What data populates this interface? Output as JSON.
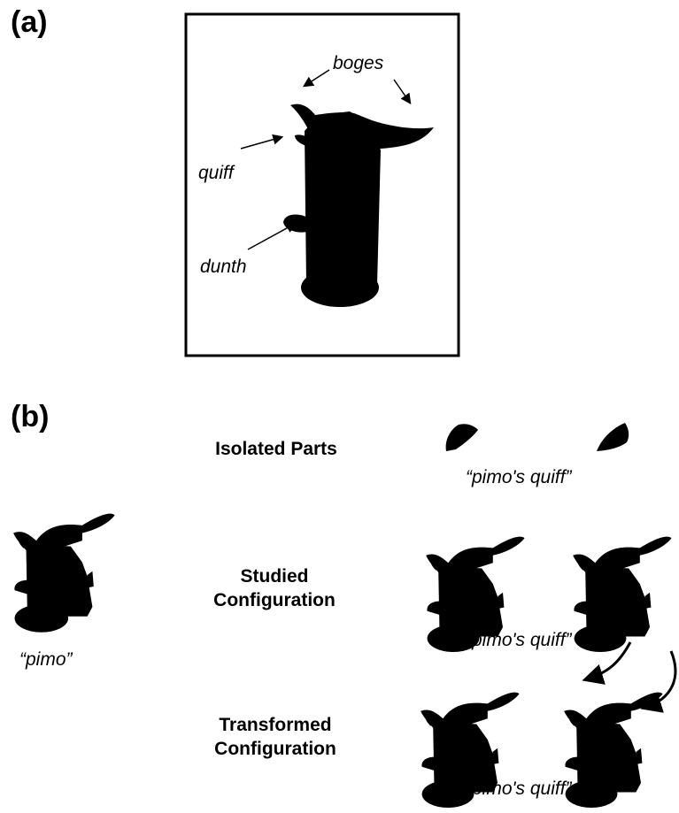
{
  "panel_a": {
    "label": "(a)",
    "part_labels": {
      "boges": "boges",
      "quiff": "quiff",
      "dunth": "dunth"
    }
  },
  "panel_b": {
    "label": "(b)",
    "object_name": "“pimo”",
    "rows": [
      {
        "condition": "Isolated Parts",
        "caption": "“pimo's quiff”"
      },
      {
        "condition": "Studied Configuration",
        "caption": "“pimo's quiff”"
      },
      {
        "condition": "Transformed Configuration",
        "caption": "“pimo's quiff”"
      }
    ]
  },
  "colors": {
    "silhouette": "#000000",
    "background": "#ffffff"
  }
}
